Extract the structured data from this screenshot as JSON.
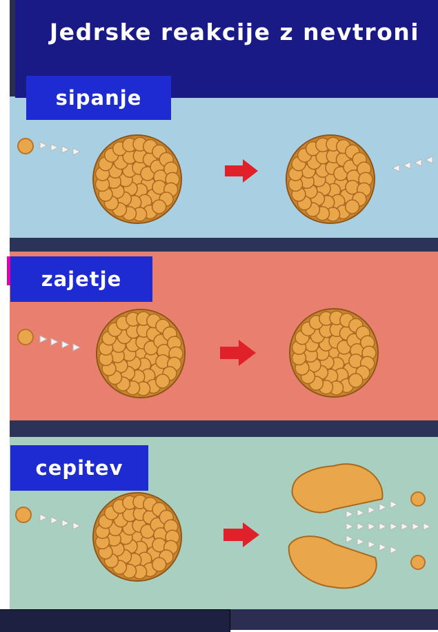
{
  "title": "Jedrske reakcije z nevtroni",
  "panels": [
    {
      "label": "sipanje",
      "color": "#a9cfe3"
    },
    {
      "label": "zajetje",
      "color": "#e97f6f"
    },
    {
      "label": "cepitev",
      "color": "#a8cfbf"
    }
  ],
  "colors": {
    "label_bg": "#1d2bd0",
    "title_bg": "#1a1a86",
    "arrow": "#e0212a",
    "nucleon": "#e9a64b"
  }
}
